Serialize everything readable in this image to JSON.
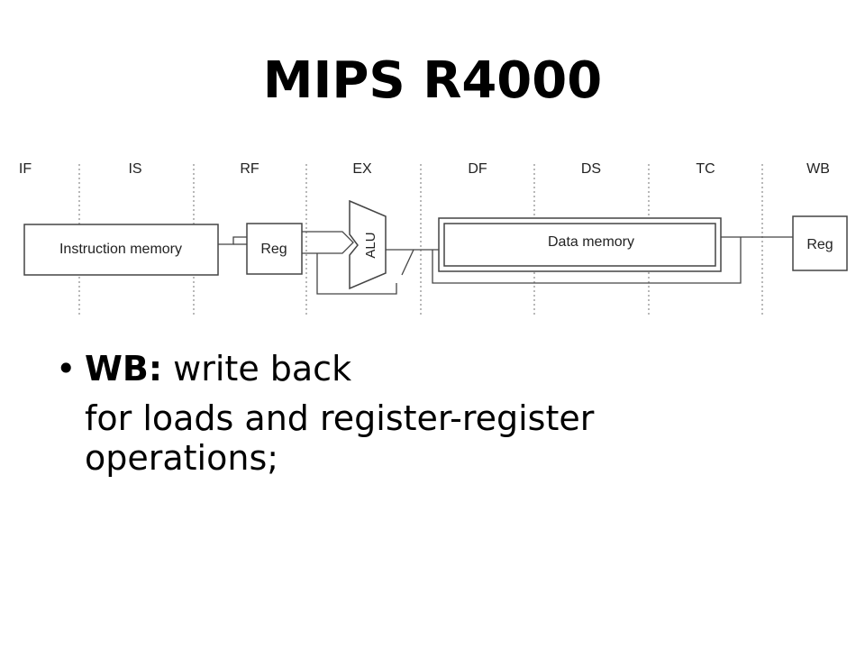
{
  "slide": {
    "title": "MIPS R4000"
  },
  "diagram": {
    "stages": [
      "IF",
      "IS",
      "RF",
      "EX",
      "DF",
      "DS",
      "TC",
      "WB"
    ],
    "instruction_memory_label": "Instruction memory",
    "reg_read_label": "Reg",
    "alu_label": "ALU",
    "data_memory_label": "Data memory",
    "reg_write_label": "Reg"
  },
  "bullet": {
    "marker": "•",
    "term": "WB:",
    "text": " write back",
    "detail": "for loads and register-register operations;"
  }
}
